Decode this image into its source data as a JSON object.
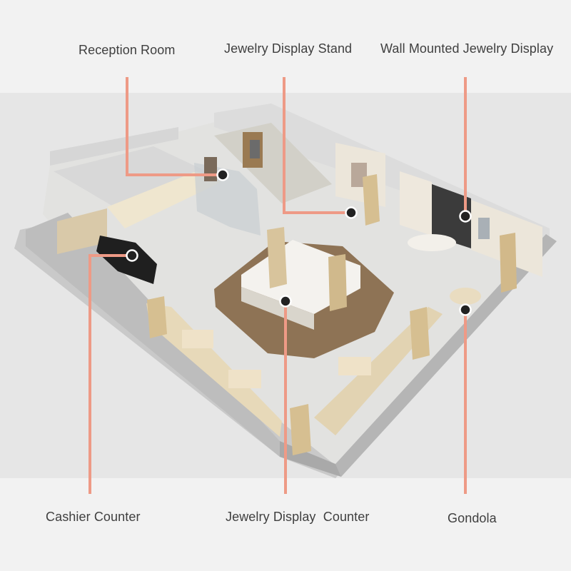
{
  "labels": {
    "reception_room": "Reception Room",
    "jewelry_display_stand": "Jewelry Display Stand",
    "wall_mounted_jewelry_display": "Wall Mounted Jewelry Display",
    "cashier_counter": "Cashier Counter",
    "jewelry_display_counter": "Jewelry Display  Counter",
    "gondola": "Gondola"
  },
  "colors": {
    "background": "#f2f2f2",
    "callout_line": "#ee9a86",
    "marker_fill": "#222222",
    "marker_ring": "#ffffff",
    "floor": "#e4e4e2",
    "wall": "#cfcfcf",
    "carpet": "#8e7355",
    "cabinet_gold": "#d8c49c",
    "counter_white": "#f4f2ee"
  }
}
